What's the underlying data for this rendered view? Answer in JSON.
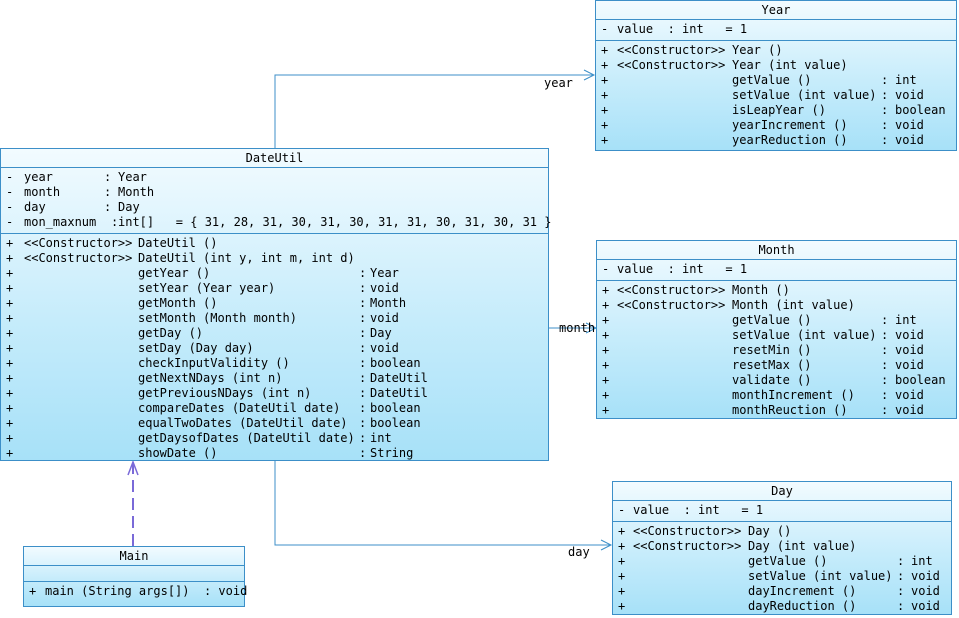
{
  "classes": {
    "dateutil": {
      "name": "DateUtil",
      "attributes": [
        {
          "vis": "-",
          "name": "year",
          "sep": ":",
          "type": "Year"
        },
        {
          "vis": "-",
          "name": "month",
          "sep": ":",
          "type": "Month"
        },
        {
          "vis": "-",
          "name": "day",
          "sep": ":",
          "type": "Day"
        },
        {
          "vis": "-",
          "name": "mon_maxnum",
          "sep": ":",
          "type": "int[]   = { 31, 28, 31, 30, 31, 30, 31, 31, 30, 31, 30, 31 }"
        }
      ],
      "operations": [
        {
          "vis": "+",
          "stereo": "<<Constructor>>",
          "sig": "DateUtil ()",
          "sep": "",
          "ret": ""
        },
        {
          "vis": "+",
          "stereo": "<<Constructor>>",
          "sig": "DateUtil (int y, int m, int d)",
          "sep": "",
          "ret": ""
        },
        {
          "vis": "+",
          "stereo": "",
          "sig": "getYear ()",
          "sep": ":",
          "ret": "Year"
        },
        {
          "vis": "+",
          "stereo": "",
          "sig": "setYear (Year year)",
          "sep": ":",
          "ret": "void"
        },
        {
          "vis": "+",
          "stereo": "",
          "sig": "getMonth ()",
          "sep": ":",
          "ret": "Month"
        },
        {
          "vis": "+",
          "stereo": "",
          "sig": "setMonth (Month month)",
          "sep": ":",
          "ret": "void"
        },
        {
          "vis": "+",
          "stereo": "",
          "sig": "getDay ()",
          "sep": ":",
          "ret": "Day"
        },
        {
          "vis": "+",
          "stereo": "",
          "sig": "setDay (Day day)",
          "sep": ":",
          "ret": "void"
        },
        {
          "vis": "+",
          "stereo": "",
          "sig": "checkInputValidity ()",
          "sep": ":",
          "ret": "boolean"
        },
        {
          "vis": "+",
          "stereo": "",
          "sig": "getNextNDays (int n)",
          "sep": ":",
          "ret": "DateUtil"
        },
        {
          "vis": "+",
          "stereo": "",
          "sig": "getPreviousNDays (int n)",
          "sep": ":",
          "ret": "DateUtil"
        },
        {
          "vis": "+",
          "stereo": "",
          "sig": "compareDates (DateUtil date)",
          "sep": ":",
          "ret": "boolean"
        },
        {
          "vis": "+",
          "stereo": "",
          "sig": "equalTwoDates (DateUtil date)",
          "sep": ":",
          "ret": "boolean"
        },
        {
          "vis": "+",
          "stereo": "",
          "sig": "getDaysofDates (DateUtil date)",
          "sep": ":",
          "ret": "int"
        },
        {
          "vis": "+",
          "stereo": "",
          "sig": "showDate ()",
          "sep": ":",
          "ret": "String"
        }
      ]
    },
    "year": {
      "name": "Year",
      "attributes": [
        {
          "vis": "-",
          "text": "value  : int   = 1"
        }
      ],
      "operations": [
        {
          "vis": "+",
          "stereo": "<<Constructor>>",
          "sig": "Year ()",
          "sep": "",
          "ret": ""
        },
        {
          "vis": "+",
          "stereo": "<<Constructor>>",
          "sig": "Year (int value)",
          "sep": "",
          "ret": ""
        },
        {
          "vis": "+",
          "stereo": "",
          "sig": "getValue ()",
          "sep": ":",
          "ret": "int"
        },
        {
          "vis": "+",
          "stereo": "",
          "sig": "setValue (int value)",
          "sep": ":",
          "ret": "void"
        },
        {
          "vis": "+",
          "stereo": "",
          "sig": "isLeapYear ()",
          "sep": ":",
          "ret": "boolean"
        },
        {
          "vis": "+",
          "stereo": "",
          "sig": "yearIncrement ()",
          "sep": ":",
          "ret": "void"
        },
        {
          "vis": "+",
          "stereo": "",
          "sig": "yearReduction ()",
          "sep": ":",
          "ret": "void"
        }
      ]
    },
    "month": {
      "name": "Month",
      "attributes": [
        {
          "vis": "-",
          "text": "value  : int   = 1"
        }
      ],
      "operations": [
        {
          "vis": "+",
          "stereo": "<<Constructor>>",
          "sig": "Month ()",
          "sep": "",
          "ret": ""
        },
        {
          "vis": "+",
          "stereo": "<<Constructor>>",
          "sig": "Month (int value)",
          "sep": "",
          "ret": ""
        },
        {
          "vis": "+",
          "stereo": "",
          "sig": "getValue ()",
          "sep": ":",
          "ret": "int"
        },
        {
          "vis": "+",
          "stereo": "",
          "sig": "setValue (int value)",
          "sep": ":",
          "ret": "void"
        },
        {
          "vis": "+",
          "stereo": "",
          "sig": "resetMin ()",
          "sep": ":",
          "ret": "void"
        },
        {
          "vis": "+",
          "stereo": "",
          "sig": "resetMax ()",
          "sep": ":",
          "ret": "void"
        },
        {
          "vis": "+",
          "stereo": "",
          "sig": "validate ()",
          "sep": ":",
          "ret": "boolean"
        },
        {
          "vis": "+",
          "stereo": "",
          "sig": "monthIncrement ()",
          "sep": ":",
          "ret": "void"
        },
        {
          "vis": "+",
          "stereo": "",
          "sig": "monthReuction ()",
          "sep": ":",
          "ret": "void"
        }
      ]
    },
    "day": {
      "name": "Day",
      "attributes": [
        {
          "vis": "-",
          "text": "value  : int   = 1"
        }
      ],
      "operations": [
        {
          "vis": "+",
          "stereo": "<<Constructor>>",
          "sig": "Day ()",
          "sep": "",
          "ret": ""
        },
        {
          "vis": "+",
          "stereo": "<<Constructor>>",
          "sig": "Day (int value)",
          "sep": "",
          "ret": ""
        },
        {
          "vis": "+",
          "stereo": "",
          "sig": "getValue ()",
          "sep": ":",
          "ret": "int"
        },
        {
          "vis": "+",
          "stereo": "",
          "sig": "setValue (int value)",
          "sep": ":",
          "ret": "void"
        },
        {
          "vis": "+",
          "stereo": "",
          "sig": "dayIncrement ()",
          "sep": ":",
          "ret": "void"
        },
        {
          "vis": "+",
          "stereo": "",
          "sig": "dayReduction ()",
          "sep": ":",
          "ret": "void"
        }
      ]
    },
    "main": {
      "name": "Main",
      "attributes": [],
      "operations": [
        {
          "vis": "+",
          "text": "main (String args[])  : void"
        }
      ]
    }
  },
  "associations": {
    "year_label": "year",
    "month_label": "month",
    "day_label": "day"
  },
  "colors": {
    "border": "#3c8fc8",
    "fill_top": "#f2fbff",
    "fill_bottom": "#a7e1f8",
    "association_line": "#3c8fc8",
    "dependency_line": "#7a6ad8"
  }
}
